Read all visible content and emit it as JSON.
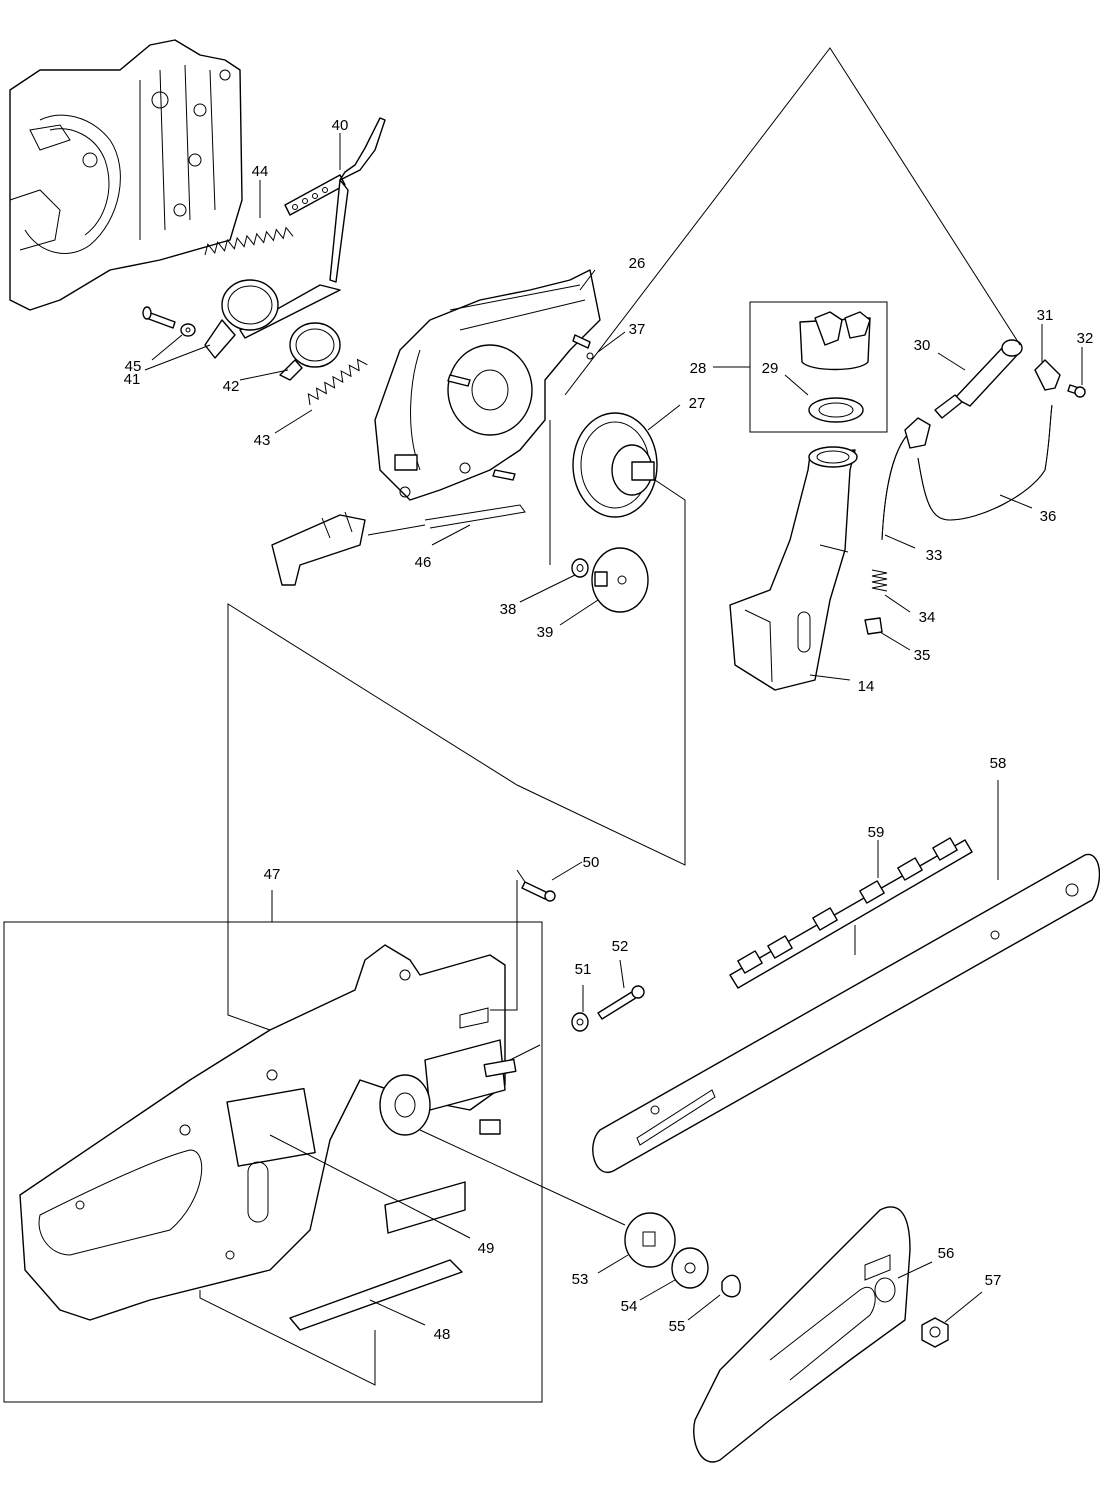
{
  "diagram": {
    "part_numbers": {
      "p14": "14",
      "p26": "26",
      "p27": "27",
      "p28": "28",
      "p29": "29",
      "p30": "30",
      "p31": "31",
      "p32": "32",
      "p33": "33",
      "p34": "34",
      "p35": "35",
      "p36": "36",
      "p37": "37",
      "p38": "38",
      "p39": "39",
      "p40": "40",
      "p41": "41",
      "p42": "42",
      "p43": "43",
      "p44": "44",
      "p45": "45",
      "p46": "46",
      "p47": "47",
      "p48": "48",
      "p49": "49",
      "p50": "50",
      "p51": "51",
      "p52": "52",
      "p53": "53",
      "p54": "54",
      "p55": "55",
      "p56": "56",
      "p57": "57",
      "p58": "58",
      "p59": "59"
    },
    "colors": {
      "line": "#000000",
      "background": "#ffffff",
      "shade": "#e8e8e8"
    }
  }
}
